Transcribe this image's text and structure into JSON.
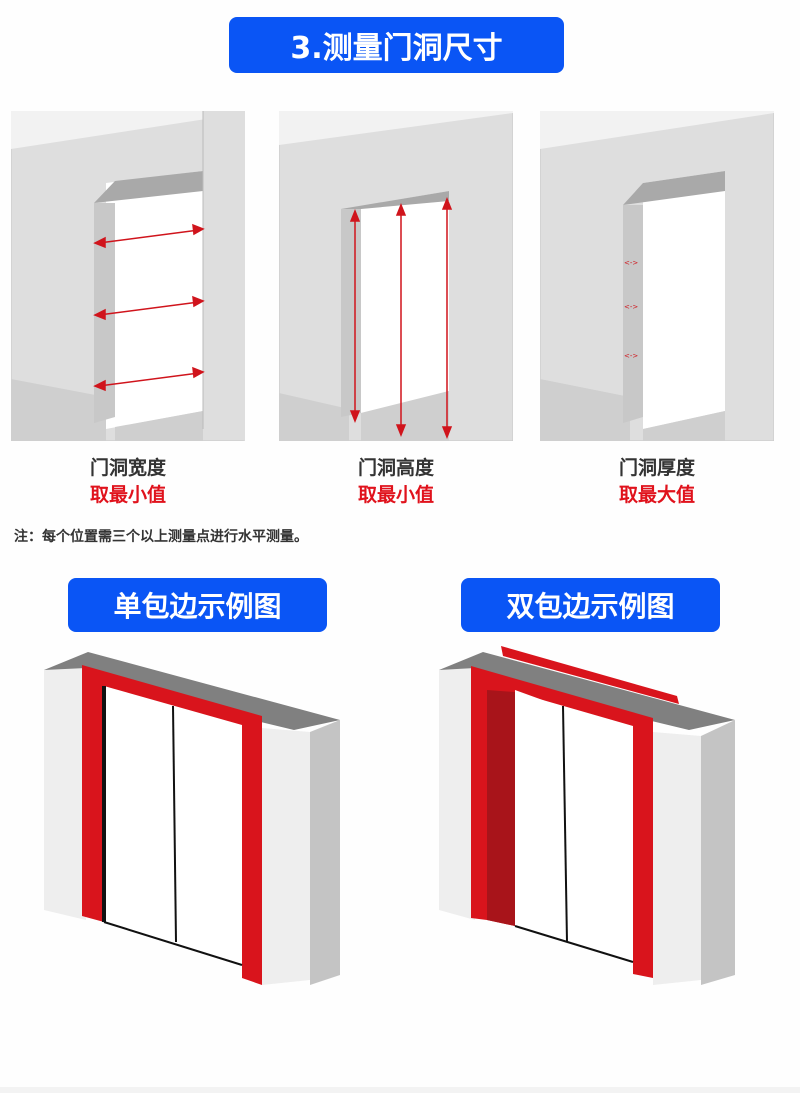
{
  "header": {
    "title": "3.测量门洞尺寸"
  },
  "measurements": [
    {
      "label": "门洞宽度",
      "rule": "取最小值",
      "arrow_direction": "horizontal"
    },
    {
      "label": "门洞高度",
      "rule": "取最小值",
      "arrow_direction": "vertical"
    },
    {
      "label": "门洞厚度",
      "rule": "取最大值",
      "arrow_direction": "depth"
    }
  ],
  "note": "注：每个位置需三个以上测量点进行水平测量。",
  "examples": [
    {
      "title": "单包边示例图",
      "type": "single-wrap"
    },
    {
      "title": "双包边示例图",
      "type": "double-wrap"
    }
  ],
  "colors": {
    "banner_blue": "#0a55f5",
    "accent_red": "#e0121c",
    "wall_gray": "#dcdcdc",
    "frame_red": "#d9141c"
  }
}
